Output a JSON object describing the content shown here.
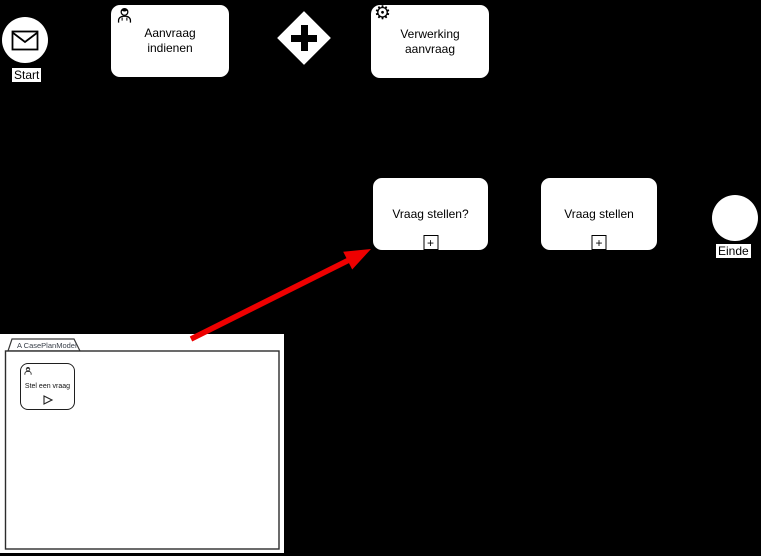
{
  "colors": {
    "background": "#000000",
    "shape_fill": "#ffffff",
    "stroke": "#000000",
    "annotation_arrow": "#ee0000"
  },
  "process": {
    "start": {
      "label": "Start",
      "icon": "message-envelope-icon"
    },
    "task_aanvraag": {
      "label": "Aanvraag indienen",
      "icon": "user-icon"
    },
    "gateway": {
      "type": "parallel",
      "icon": "plus-cross-icon"
    },
    "task_verwerking": {
      "label": "Verwerking aanvraag",
      "icon": "gear-icon",
      "icon_glyph": "⚙︎"
    },
    "sub_vraag_q": {
      "label": "Vraag stellen?",
      "marker": "+",
      "marker_icon": "expand-plus-icon"
    },
    "sub_vraag": {
      "label": "Vraag stellen",
      "marker": "+",
      "marker_icon": "expand-plus-icon"
    },
    "end": {
      "label": "Einde"
    }
  },
  "case_panel": {
    "tab_label": "A CasePlanModel",
    "task": {
      "label": "Stel een vraag",
      "icon": "user-icon",
      "decorator": "manual-activation-play-icon"
    }
  }
}
